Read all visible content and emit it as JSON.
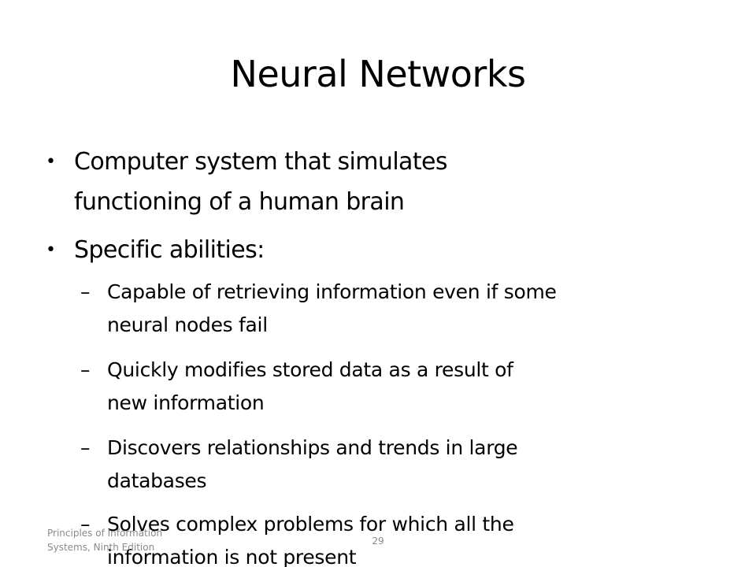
{
  "slide": {
    "title": "Neural Networks",
    "bullets": [
      {
        "marker": "•",
        "lines": [
          "Computer system that simulates",
          "functioning of a human brain"
        ]
      },
      {
        "marker": "•",
        "lines": [
          "Specific abilities:"
        ]
      }
    ],
    "sub_bullets": [
      {
        "marker": "–",
        "lines": [
          "Capable of retrieving information even if some",
          "neural nodes fail"
        ]
      },
      {
        "marker": "–",
        "lines": [
          "Quickly modifies stored data as a result of",
          "new information"
        ]
      },
      {
        "marker": "–",
        "lines": [
          "Discovers relationships and trends in large",
          "databases"
        ]
      },
      {
        "marker": "–",
        "lines": [
          "Solves complex problems for which all the",
          "information is not present"
        ]
      }
    ],
    "footer": {
      "source_lines": [
        "Principles of Information",
        "Systems, Ninth Edition"
      ],
      "page_number": "29"
    }
  }
}
